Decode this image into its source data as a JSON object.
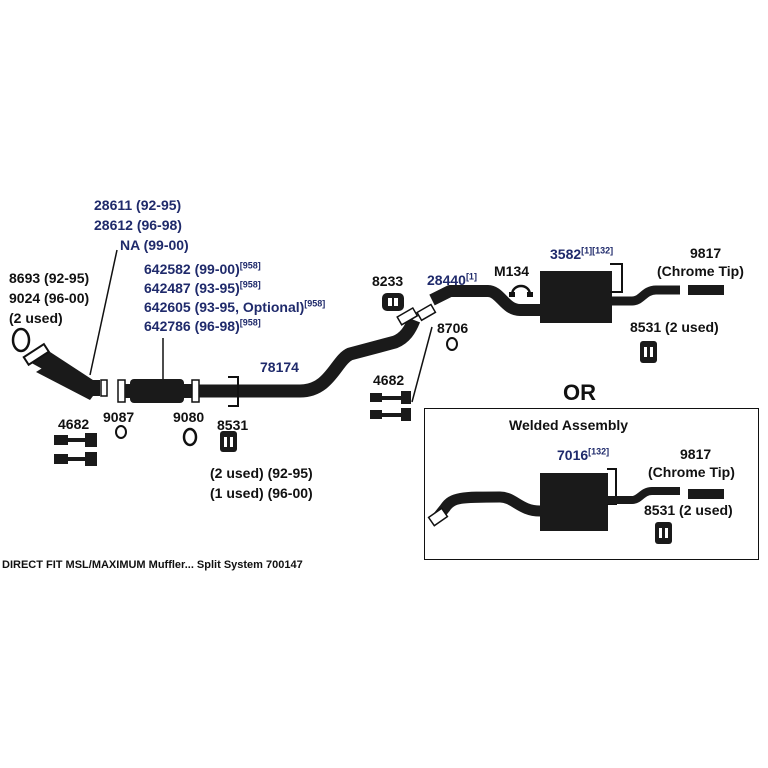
{
  "colors": {
    "part_number": "#1f2a6b",
    "text": "#111111",
    "pipe": "#1a1a1a"
  },
  "labels": {
    "l8693": "8693 (92-95)",
    "l9024": "9024 (96-00)",
    "l2used_a": "(2 used)",
    "l28611": "28611 (92-95)",
    "l28612": "28612 (96-98)",
    "lNA": "NA (99-00)",
    "l642582": "642582 (99-00)",
    "l642487": "642487 (93-95)",
    "l642605": "642605 (93-95, Optional)",
    "l642786": "642786 (96-98)",
    "ref958": "[958]",
    "l78174": "78174",
    "l8233": "8233",
    "l28440": "28440",
    "ref1": "[1]",
    "lM134": "M134",
    "l8706": "8706",
    "l3582": "3582",
    "ref132": "[132]",
    "l9817": "9817",
    "chrome_tip": "(Chrome Tip)",
    "l8531_2used": "8531 (2 used)",
    "l4682": "4682",
    "l9087": "9087",
    "l9080": "9080",
    "l8531": "8531",
    "l2used_9295": "(2 used) (92-95)",
    "l1used_9600": "(1 used) (96-00)",
    "or": "OR",
    "welded_assembly": "Welded Assembly",
    "l7016": "7016",
    "caption": "DIRECT FIT MSL/MAXIMUM Muffler... Split System 700147"
  }
}
